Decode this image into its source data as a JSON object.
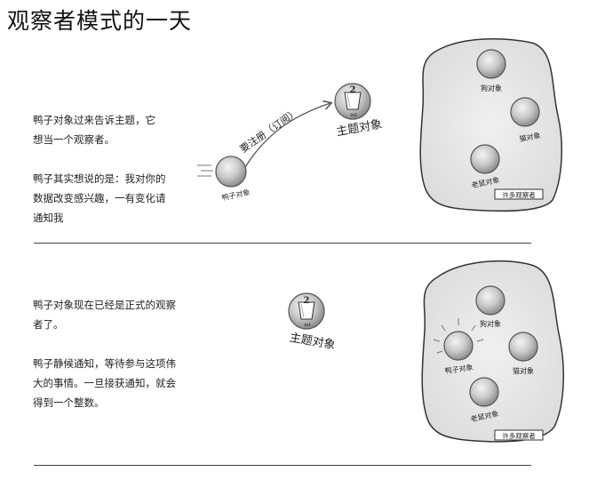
{
  "page_title": "观察者模式的一天",
  "panel1": {
    "text": [
      "鸭子对象过来告诉主题，它",
      "想当一个观察者。",
      "鸭子其实想说的是：我对你的",
      "数据改变感兴趣，一有变化请",
      "通知我"
    ],
    "subject_value": "2",
    "subject_type": "int",
    "subject_label": "主题对象",
    "arrow_label": "要注册（订阅）",
    "duck_label": "鸭子对象",
    "dog_label": "狗对象",
    "cat_label": "猫对象",
    "mouse_label": "老鼠对象",
    "cluster_tag": "许多观察者"
  },
  "panel2": {
    "text": [
      "鸭子对象现在已经是正式的观察",
      "者了。",
      "鸭子静候通知，等待参与这项伟",
      "大的事情。一旦接获通知，就会",
      "得到一个整数。"
    ],
    "subject_value": "2",
    "subject_type": "int",
    "subject_label": "主题对象",
    "dog_label": "狗对象",
    "duck_label": "鸭子对象",
    "cat_label": "猫对象",
    "mouse_label": "老鼠对象",
    "cluster_tag": "许多观察者"
  }
}
